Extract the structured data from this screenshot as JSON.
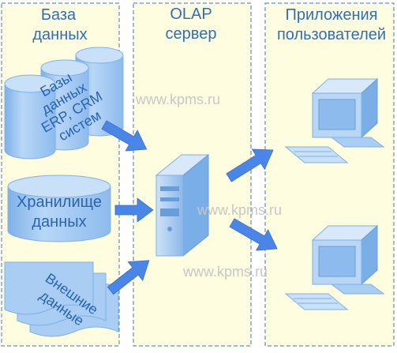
{
  "columns": [
    {
      "title_lines": [
        "База",
        "данных"
      ]
    },
    {
      "title_lines": [
        "OLAP",
        "сервер"
      ]
    },
    {
      "title_lines": [
        "Приложения",
        "пользователей"
      ]
    }
  ],
  "sources": {
    "erp_crm": {
      "lines": [
        "Базы",
        "данных",
        "ERP, CRM",
        "систем"
      ]
    },
    "warehouse": {
      "lines": [
        "Хранилище",
        "данных"
      ]
    },
    "external": {
      "lines": [
        "Внешние",
        "данные"
      ]
    }
  },
  "watermark": "www.kpms.ru",
  "colors": {
    "panel_fill": "#fffde0",
    "panel_border": "#5b8fd9",
    "shape_fill": "#a9cdf3",
    "shape_stroke": "#7fb0e6",
    "text": "#2a63b0",
    "arrow": "#4a86e8",
    "background": "#ffffff"
  },
  "icons": {
    "server": "server-icon",
    "computer": "desktop-computer-icon",
    "arrow": "block-arrow-icon"
  }
}
